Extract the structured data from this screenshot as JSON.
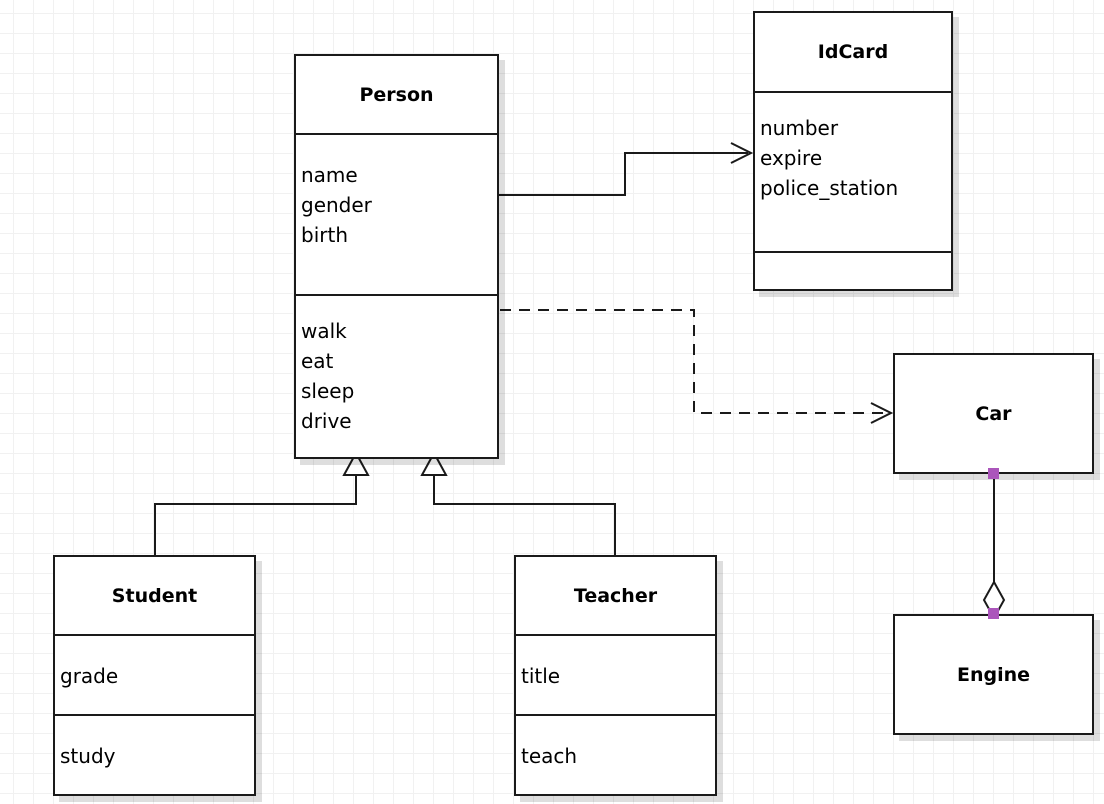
{
  "diagram": {
    "kind": "uml-class-diagram",
    "background": "#ffffff",
    "grid_color": "#f1f1f1",
    "grid_spacing": 20,
    "line_color": "#1a1a1a",
    "selection_handle_color": "#ab55bb"
  },
  "classes": {
    "person": {
      "name": "Person",
      "attributes": [
        "name",
        "gender",
        "birth"
      ],
      "methods": [
        "walk",
        "eat",
        "sleep",
        "drive"
      ]
    },
    "idcard": {
      "name": "IdCard",
      "attributes": [
        "number",
        "expire",
        "police_station"
      ],
      "methods": []
    },
    "student": {
      "name": "Student",
      "attributes": [
        "grade"
      ],
      "methods": [
        "study"
      ]
    },
    "teacher": {
      "name": "Teacher",
      "attributes": [
        "title"
      ],
      "methods": [
        "teach"
      ]
    },
    "car": {
      "name": "Car"
    },
    "engine": {
      "name": "Engine"
    }
  },
  "relationships": [
    {
      "id": "person-idcard",
      "type": "association",
      "style": "solid",
      "arrowhead": "open",
      "from": "person",
      "to": "idcard"
    },
    {
      "id": "person-car",
      "type": "dependency",
      "style": "dashed",
      "arrowhead": "open",
      "from": "person",
      "to": "car"
    },
    {
      "id": "student-person",
      "type": "generalization",
      "style": "solid",
      "arrowhead": "hollow-triangle",
      "from": "student",
      "to": "person"
    },
    {
      "id": "teacher-person",
      "type": "generalization",
      "style": "solid",
      "arrowhead": "hollow-triangle",
      "from": "teacher",
      "to": "person"
    },
    {
      "id": "car-engine",
      "type": "aggregation",
      "style": "solid",
      "arrowhead": "hollow-diamond",
      "from": "car",
      "to": "engine",
      "selected": true
    }
  ]
}
